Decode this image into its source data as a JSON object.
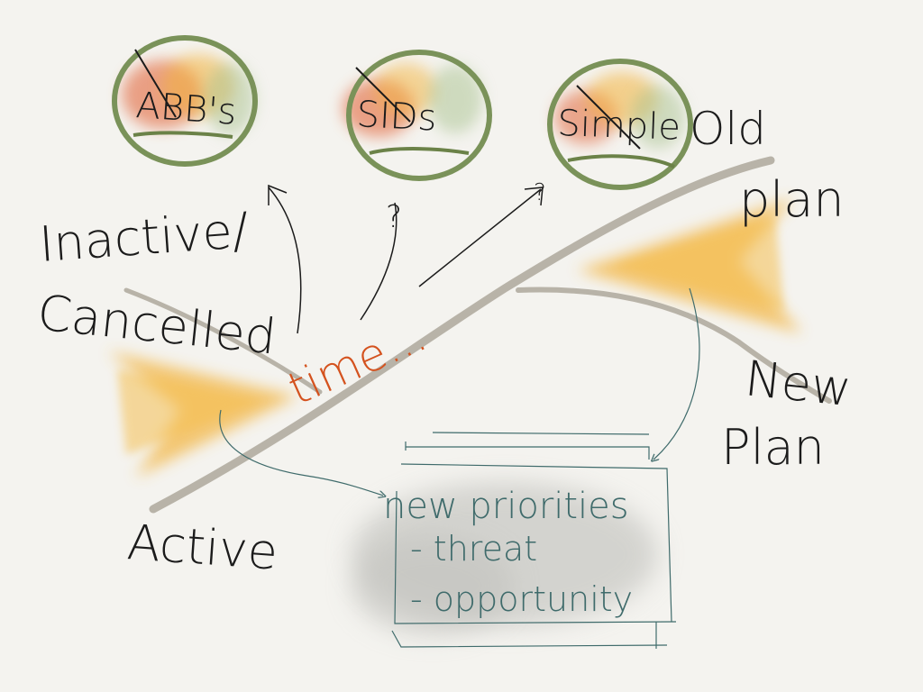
{
  "circles": [
    {
      "label": "ABB's"
    },
    {
      "label": "SIDs"
    },
    {
      "label": "Simple"
    }
  ],
  "labels": {
    "inactive": "Inactive/",
    "cancelled": "Cancelled",
    "active": "Active",
    "time": "time...",
    "old": "Old",
    "plan": "plan",
    "new": "New",
    "new_plan": "Plan",
    "question_mark_1": "?",
    "question_mark_2": "?"
  },
  "box": {
    "line1": "new priorities",
    "line2": "- threat",
    "line3": "- opportunity"
  },
  "colors": {
    "ink": "#1b1b1b",
    "orange_ink": "#d4521e",
    "teal_ink": "#3f6b6b",
    "circle_green": "#7a9259",
    "road": "#b8b3a8",
    "yellow": "#f3b43c",
    "gray_wash": "#c9c9c5"
  }
}
